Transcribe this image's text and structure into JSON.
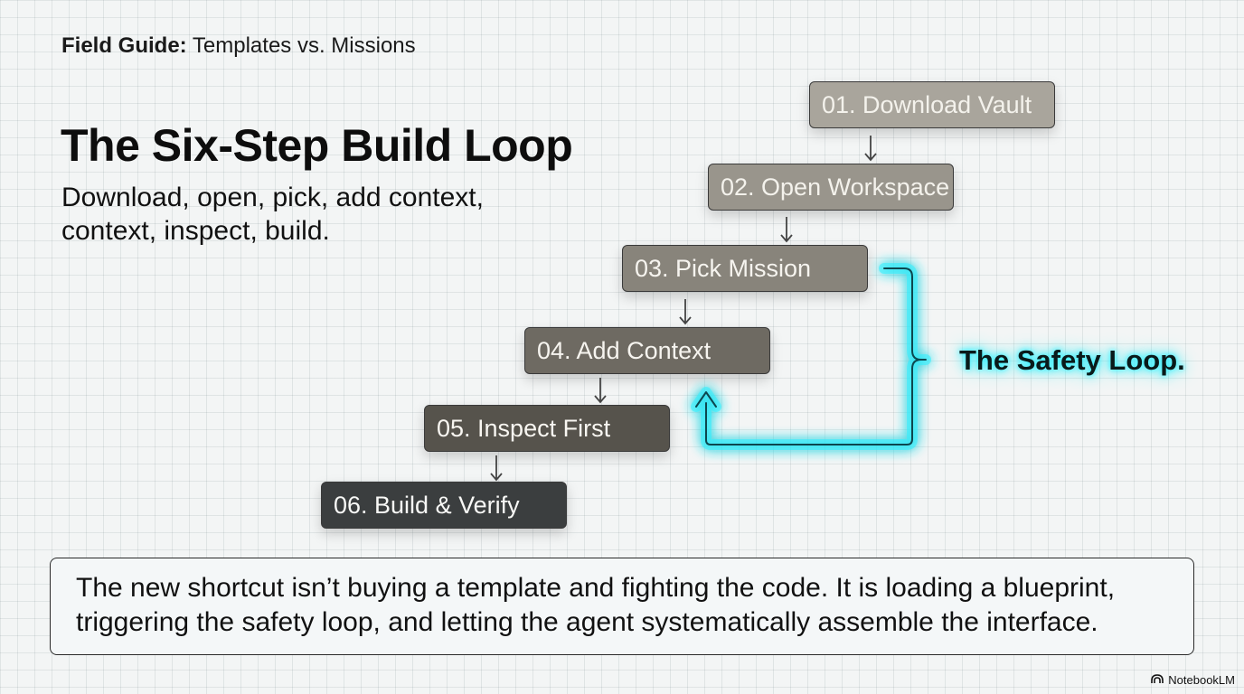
{
  "kicker": {
    "bold": "Field Guide:",
    "rest": " Templates vs. Missions"
  },
  "title": "The Six-Step Build Loop",
  "subtitle": "Download, open, pick, add context, context, inspect, build.",
  "steps": [
    {
      "label": "01. Download Vault",
      "bg": "#a9a59c",
      "fg": "#f4f2ec"
    },
    {
      "label": "02. Open Workspace",
      "bg": "#99958c",
      "fg": "#f4f2ec"
    },
    {
      "label": "03. Pick Mission",
      "bg": "#88847b",
      "fg": "#f6f4ef"
    },
    {
      "label": "04. Add Context",
      "bg": "#6e6a62",
      "fg": "#f6f4ef"
    },
    {
      "label": "05. Inspect First",
      "bg": "#56534c",
      "fg": "#f8f6f1"
    },
    {
      "label": "06. Build & Verify",
      "bg": "#3b3e3f",
      "fg": "#f8f8f6"
    }
  ],
  "loop": {
    "label": "The Safety Loop.",
    "color": "#2ef0ff"
  },
  "callout": "The new shortcut isn’t buying a template and fighting the code. It is loading a blueprint, triggering the safety loop, and letting the agent systematically assemble the interface.",
  "brand": "NotebookLM"
}
